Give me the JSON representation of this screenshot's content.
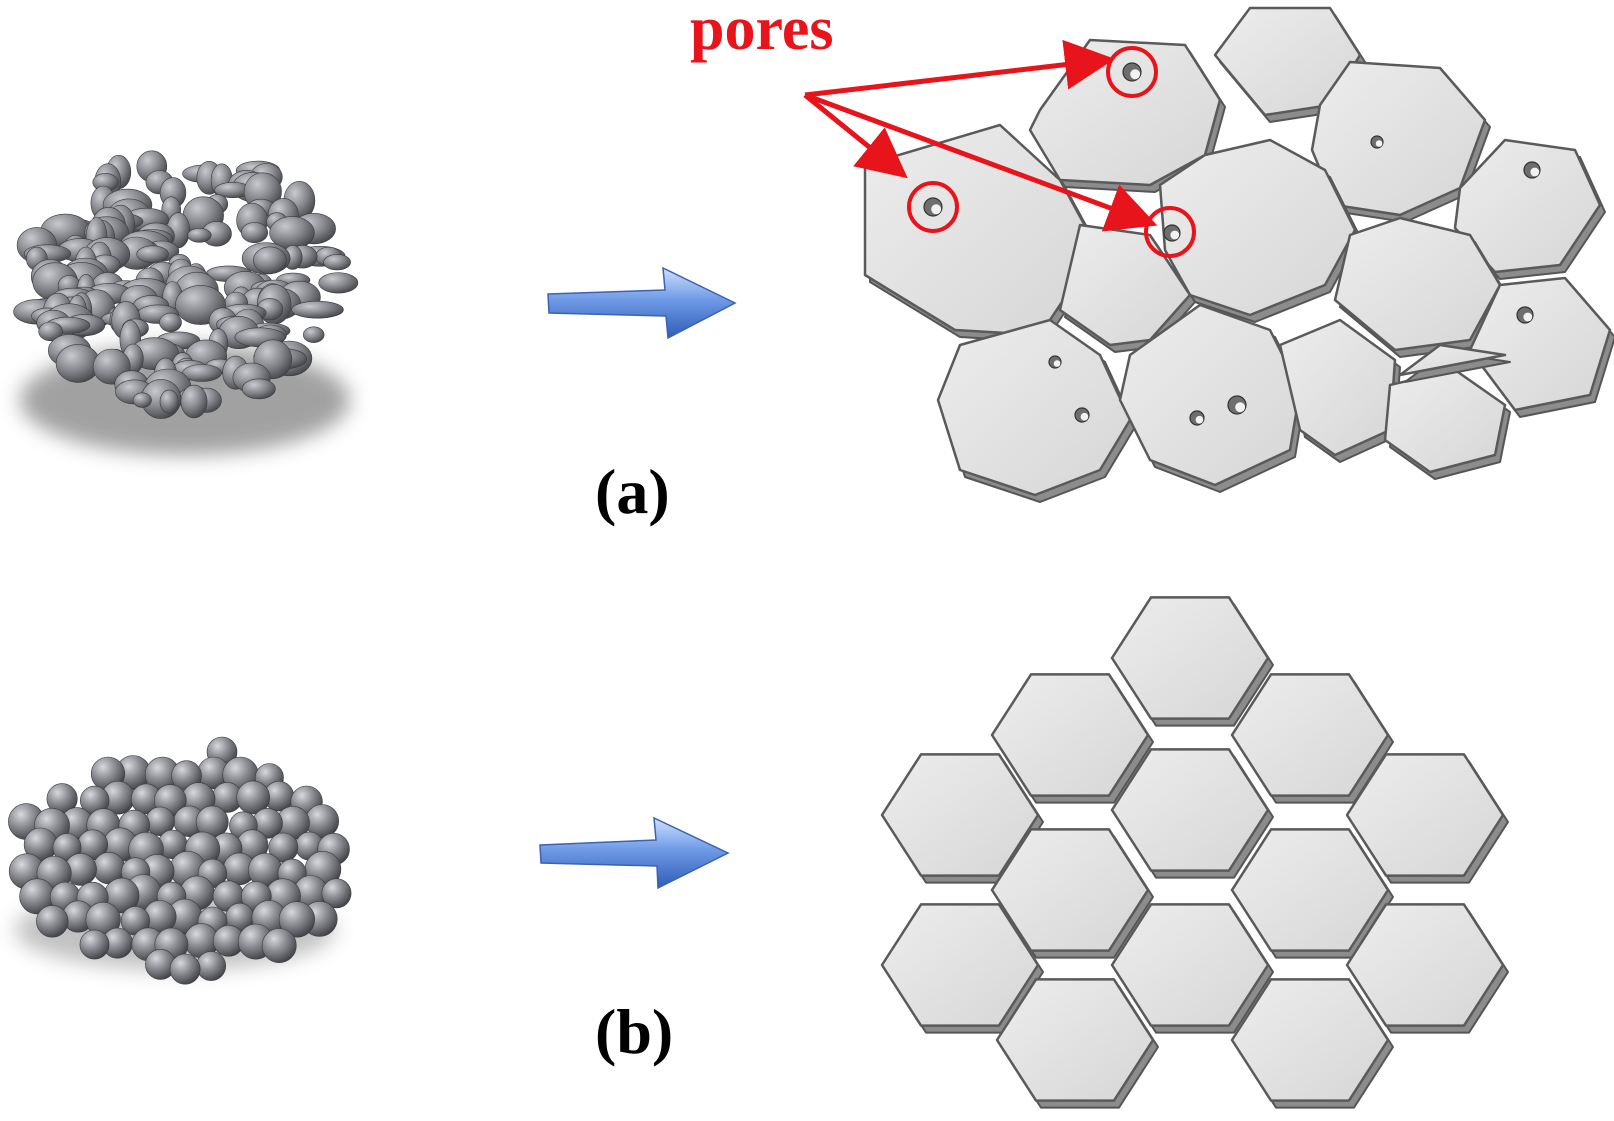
{
  "labels": {
    "panel_a": "(a)",
    "panel_b": "(b)",
    "pores": "pores"
  },
  "colors": {
    "annotation": "#e8141c",
    "arrow": "#5b86d6",
    "grain_fill": "#dcdcdc",
    "grain_edge": "#555555",
    "particle": "#8c8e93"
  },
  "icons": {
    "process_arrow": "right-arrow-icon"
  }
}
